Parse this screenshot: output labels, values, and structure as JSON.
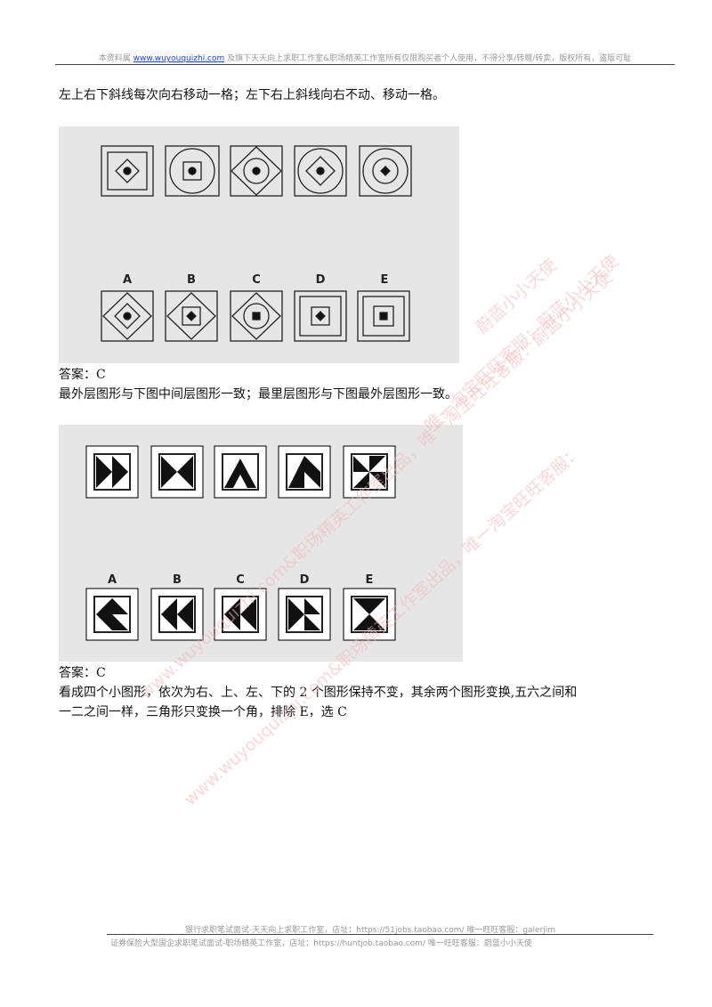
{
  "header": {
    "prefix": "本资料属",
    "link": "www.wuyouquizhi.com",
    "suffix": "及旗下天天向上求职工作室&职场精英工作室所有仅限购买者个人使用，不得分享/转赠/转卖，版权所有，盗版可耻"
  },
  "question1": {
    "explanation": "左上右下斜线每次向右移动一格；左下右上斜线向右不动、移动一格。",
    "option_labels": [
      "A",
      "B",
      "C",
      "D",
      "E"
    ]
  },
  "answer1": {
    "answer": "答案：C",
    "explanation": "最外层图形与下图中间层图形一致；最里层图形与下图最外层图形一致。"
  },
  "question2": {
    "option_labels": [
      "A",
      "B",
      "C",
      "D",
      "E"
    ]
  },
  "answer2": {
    "answer": "答案：C",
    "explanation_line1": "看成四个小图形，依次为右、上、左、下的 2 个图形保持不变，其余两个图形变换,五六之间和",
    "explanation_line2": "一二之间一样，三角形只变换一个角，排除 E，选 C"
  },
  "footer": {
    "line1": "银行求职笔试面试-天天向上求职工作室，店址：https://51jobs.taobao.com/  唯一旺旺客服：galerjim",
    "line2": "证券保险大型国企求职笔试面试-职场精英工作室，店址：https://huntjob.taobao.com/  唯一旺旺客服：蔚蓝小小天使"
  },
  "watermarks": {
    "w1": "蔚蓝小小天使",
    "w2": "唯一淘宝旺旺客服：蔚蓝小小天使",
    "w3": "www.wuyouquizhi.com&职场精英工作室出品，唯一淘宝旺旺客服：蔚蓝小小天使",
    "w4": "www.wuyouquizhi.com&职场精英工作室出品，唯一淘宝旺旺客服："
  },
  "colors": {
    "panel_bg": "#e6e6e6",
    "link": "#1a3fcf",
    "watermark": "#f2b8b8"
  }
}
